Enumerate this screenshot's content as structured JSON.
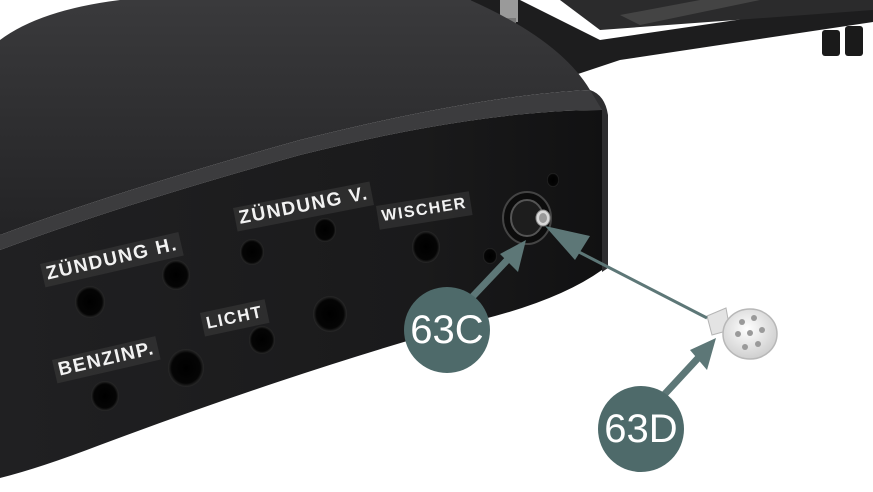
{
  "panel_labels": {
    "zuendung_h": "ZÜNDUNG H.",
    "zuendung_v": "ZÜNDUNG V.",
    "wischer": "WISCHER",
    "licht": "LICHT",
    "benzinp": "BENZINP."
  },
  "callouts": {
    "part_c": "63C",
    "part_d": "63D"
  },
  "colors": {
    "panel": "#1c1c1d",
    "callout": "#4e6a6a",
    "arrow": "#5d7777"
  }
}
